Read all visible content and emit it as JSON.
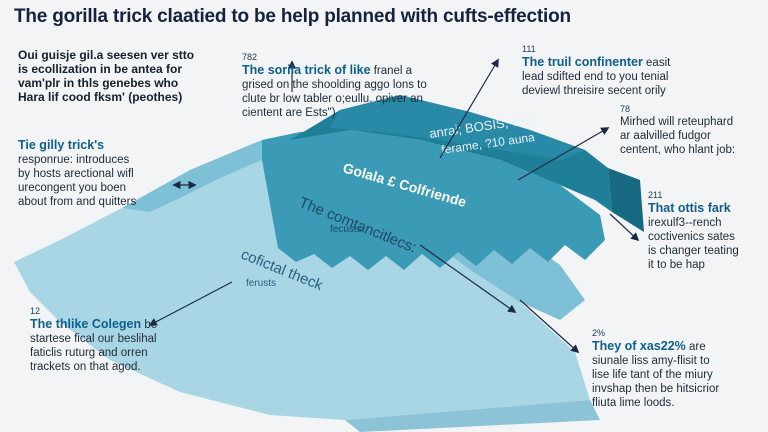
{
  "title": "The gorilla trick claatied to be help planned with cufts-effection",
  "intro": {
    "lines": [
      "Oui guisje gil.a seesen ver stto",
      "is ecollization in be antea for",
      "vam'plr in thls genebes who",
      "Hara lif cood fksm' (peothes)"
    ]
  },
  "callouts": {
    "top_center": {
      "num": "782",
      "head": "The sorila trick of like",
      "head_rest": " franel a",
      "lines": [
        "grised on the shoolding aggo lons to",
        "clute br low tabler o;eullu. opiver an",
        "cientent are Ests\")"
      ]
    },
    "top_right": {
      "num": "111",
      "head": "The truil confinenter",
      "head_rest": " easit",
      "lines": [
        "lead sdifted end to you tenial",
        "deviewl threisire secent orily"
      ]
    },
    "right_upper": {
      "num": "78",
      "lines": [
        "Mirhed will reteuphard",
        "ar aalvilled fudgor",
        "centent, who hlant job:"
      ]
    },
    "left_middle": {
      "head": "Tie gilly trick's",
      "lines": [
        "responrue: introduces",
        "by hosts arectional wifl",
        "urecongent you boen",
        "about from and quitters"
      ]
    },
    "right_middle": {
      "num": "211",
      "head": "That ottis fark",
      "lines": [
        "irexulf3--rench",
        "coctivenics sates",
        "is changer teating",
        "it to be hap"
      ]
    },
    "left_bottom": {
      "num": "12",
      "head": "The thlike Colegen",
      "head_rest": " be",
      "lines": [
        "startese fical our beslihal",
        "faticlis ruturg and orren",
        "trackets on that agod."
      ]
    },
    "right_bottom": {
      "num": "2%",
      "head": "They of xas22%",
      "head_rest": " are",
      "lines": [
        "siunale liss amy-flisit to",
        "lise life tant of the miury",
        "invshap then be hitsicrior",
        "fliuta lime loods."
      ]
    }
  },
  "layers": {
    "top_label_1": "anrai; BOSIS, verl,",
    "top_label_2": "ferame, ?10 auna",
    "mid_label": "Golala £ Colfriende",
    "lower_title": "The comtancitlecs:",
    "lower_sub": "fecusts",
    "bottom_title": "cofictal theck",
    "bottom_sub": "ferusts"
  },
  "colors": {
    "layer_top": "#1f7f99",
    "layer_mid": "#3b9ab5",
    "layer_low": "#7ec1d6",
    "layer_base": "#a9d6e5",
    "heading": "#0e5f8c",
    "arrow": "#1e2a44"
  }
}
